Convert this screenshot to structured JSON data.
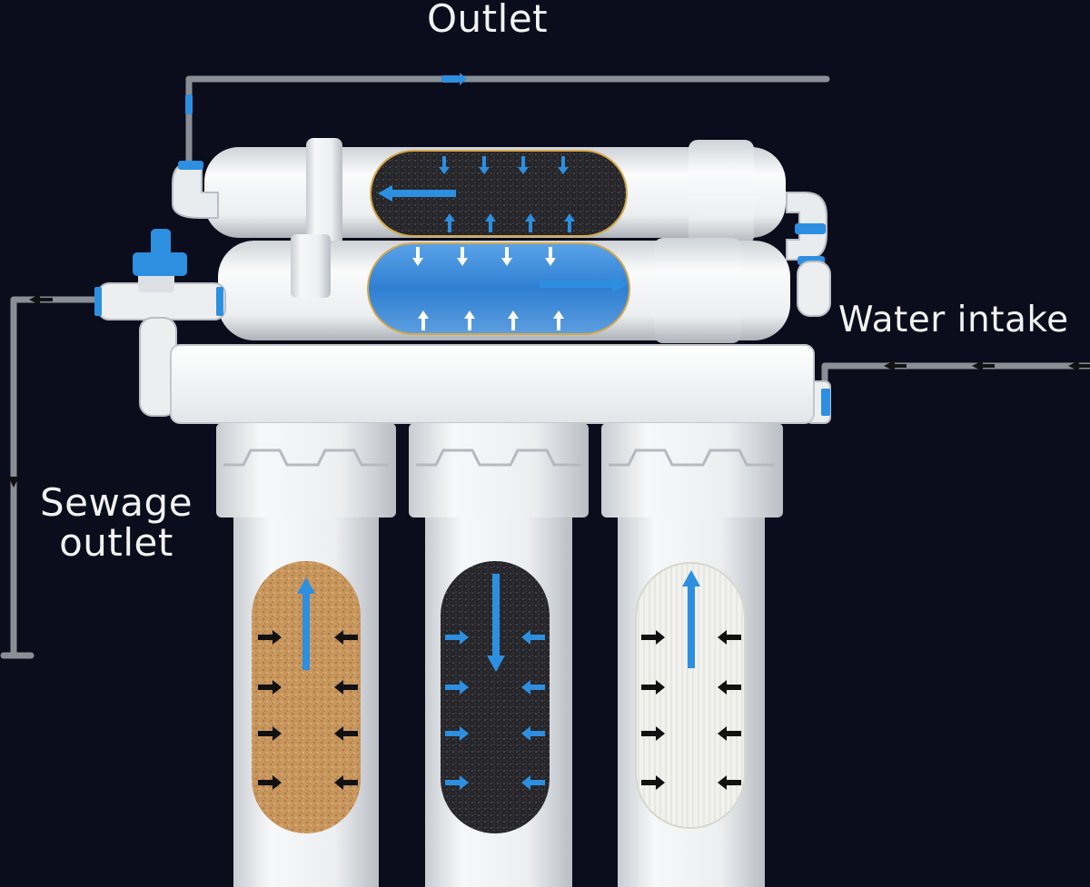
{
  "labels": {
    "outlet": "Outlet",
    "water_intake": "Water intake",
    "sewage_outlet_line1": "Sewage",
    "sewage_outlet_line2": "outlet"
  },
  "colors": {
    "background": "#0b0c1c",
    "pipe": "#8a8f96",
    "housing": "#eef0f2",
    "blue_accent": "#2d8fe0",
    "pp_cotton": "#c8975e",
    "carbon": "#2a2a2e",
    "ceramic": "#f0f0ec",
    "membrane_blue": "#3f89d6"
  },
  "components": [
    {
      "id": "stage-1",
      "icon": "pp-cotton-filter",
      "flow": "inward-up"
    },
    {
      "id": "stage-2",
      "icon": "carbon-block-filter",
      "flow": "inward-down"
    },
    {
      "id": "stage-3",
      "icon": "ceramic-filter",
      "flow": "inward-up"
    },
    {
      "id": "stage-4",
      "icon": "membrane-cartridge",
      "flow": "right"
    },
    {
      "id": "stage-5",
      "icon": "post-carbon-cartridge",
      "flow": "left"
    }
  ]
}
